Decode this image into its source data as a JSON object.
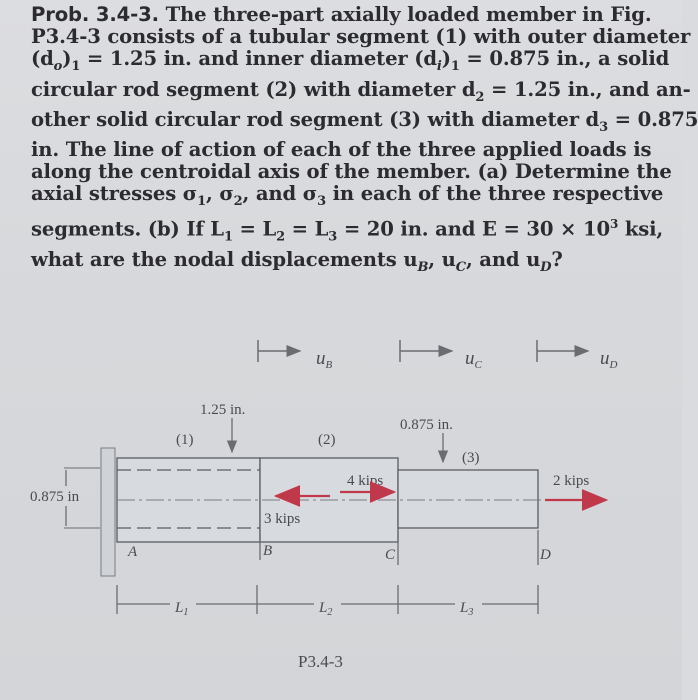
{
  "problem": {
    "title": "Prob. 3.4-3.",
    "lines": [
      "The three-part axially loaded member in Fig.",
      "P3.4-3 consists of a tubular segment (1) with outer diameter",
      "(d",
      "o",
      ")",
      "1",
      " = 1.25 in. and inner diameter (d",
      "i",
      ")",
      "1",
      " = 0.875 in., a solid",
      "circular rod segment (2) with diameter d",
      "2",
      " = 1.25 in., and an-",
      "other solid circular rod segment (3) with diameter d",
      "3",
      " = 0.875",
      "in. The line of action of each of the three applied loads is",
      "along the centroidal axis of the member. (a) Determine the",
      "axial stresses σ",
      "1",
      ", σ",
      "2",
      ", and σ",
      "3",
      " in each of the three respective",
      "segments. (b) If L",
      "1",
      " = L",
      "2",
      " = L",
      "3",
      " = 20 in. and E = 30 × 10",
      "3",
      " ksi,",
      "what are the nodal displacements u",
      "B",
      ", u",
      "C",
      ", and u",
      "D",
      "?"
    ]
  },
  "figure": {
    "displacements": [
      "u",
      "B",
      "u",
      "C",
      "u",
      "D"
    ],
    "dim_outer": "1.25 in.",
    "dim_inner_left": "0.875 in",
    "dim_seg3": "0.875 in.",
    "segments": [
      "(1)",
      "(2)",
      "(3)"
    ],
    "loads": {
      "load_4": "4 kips",
      "load_3": "3 kips",
      "load_2": "2 kips"
    },
    "nodes": [
      "A",
      "B",
      "C",
      "D"
    ],
    "lengths": [
      "L",
      "1",
      "L",
      "2",
      "L",
      "3"
    ],
    "caption": "P3.4-3",
    "colors": {
      "load_arrow": "#c0394a",
      "bar_fill": "#d7dadf",
      "bar_stroke": "#5b5d63"
    }
  }
}
